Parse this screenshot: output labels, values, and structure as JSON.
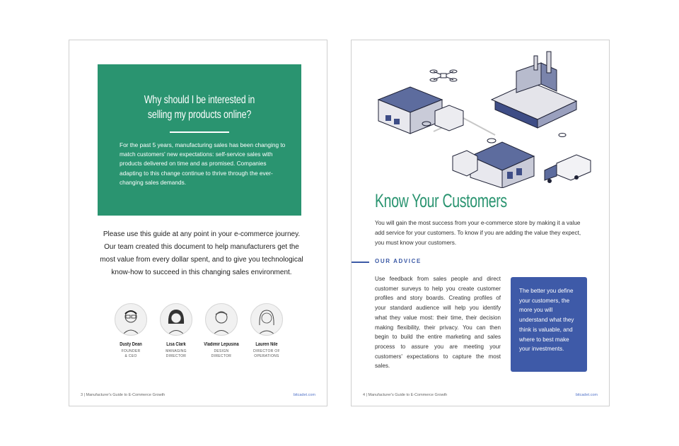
{
  "left_page": {
    "box_title": "Why should I be interested in\nselling my products online?",
    "box_body": "For the past 5 years, manufacturing sales has been changing to match customers' new expectations: self-service sales with products delivered on time and as promised. Companies adapting to this change continue to thrive through the ever-changing sales demands.",
    "intro": "Please use this guide at any point in your e-commerce journey. Our team created this document to help manufacturers get the most value from every dollar spent, and to give you technological know-how to succeed in this changing sales environment.",
    "team": [
      {
        "name": "Dusty Dean",
        "role": "FOUNDER\n& CEO"
      },
      {
        "name": "Lisa Clark",
        "role": "MANAGING\nDIRECTOR"
      },
      {
        "name": "Vladimir Lepusina",
        "role": "DESIGN\nDIRECTOR"
      },
      {
        "name": "Lauren Nile",
        "role": "DIRECTOR OF\nOPERATIONS"
      }
    ],
    "footer_left": "3  |  Manufacturer's Guide to E-Commerce Growth",
    "footer_url": "bitcadet.com"
  },
  "right_page": {
    "title": "Know Your Customers",
    "intro": "You will gain the most success from your e-commerce store by making it a value add service for your customers. To know if you are adding the value they expect, you must know your customers.",
    "advice_label": "OUR ADVICE",
    "advice_body": "Use feedback from sales people and direct customer surveys to help you create customer profiles and story boards. Creating profiles of your standard audience will help you identify what they value most: their time, their decision making flexibility, their privacy. You can then begin to build the entire marketing and sales process to assure you are meeting your customers' expectations to capture the most sales.",
    "callout": "The better you define your customers, the more you will understand what they think is valuable, and where to best make your investments.",
    "footer_left": "4  |  Manufacturer's Guide to E-Commerce Growth",
    "footer_url": "bitcadet.com"
  },
  "colors": {
    "green": "#2a9470",
    "blue": "#3e5aa8",
    "link": "#5575c9"
  }
}
